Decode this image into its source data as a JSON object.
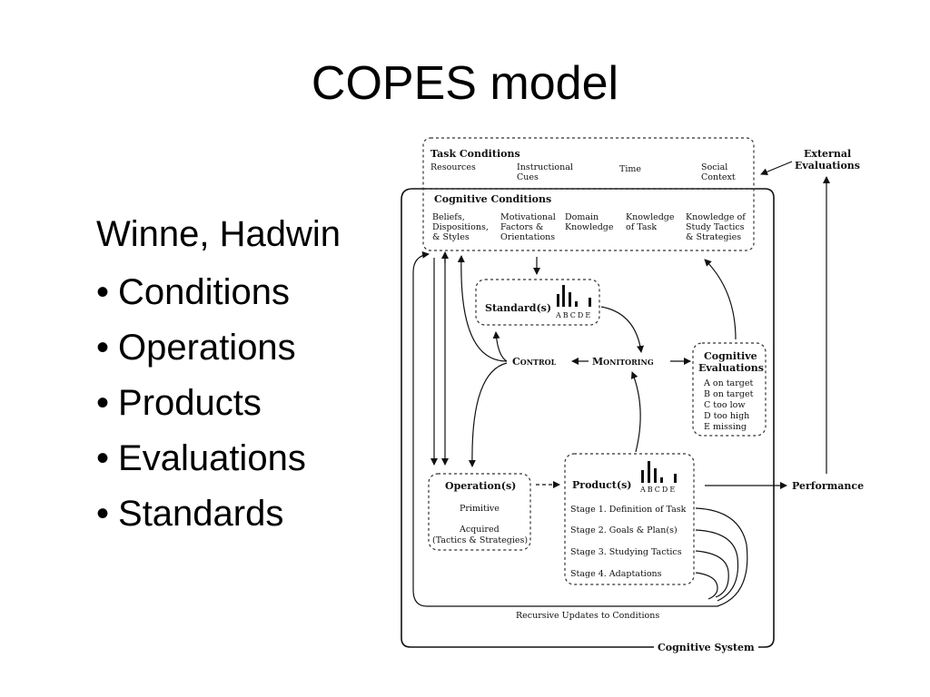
{
  "slide": {
    "title": "COPES model",
    "authors": "Winne, Hadwin",
    "bullets": [
      "Conditions",
      "Operations",
      "Products",
      "Evaluations",
      "Standards"
    ]
  },
  "diagram": {
    "task_conditions": {
      "heading": "Task Conditions",
      "resources": "Resources",
      "instructional_cues": [
        "Instructional",
        "Cues"
      ],
      "time": "Time",
      "social_context": [
        "Social",
        "Context"
      ]
    },
    "external_evaluations": [
      "External",
      "Evaluations"
    ],
    "cognitive_conditions": {
      "heading": "Cognitive Conditions",
      "beliefs": [
        "Beliefs,",
        "Dispositions,",
        "& Styles"
      ],
      "motivational": [
        "Motivational",
        "Factors &",
        "Orientations"
      ],
      "domain": [
        "Domain",
        "Knowledge"
      ],
      "knowledge_task": [
        "Knowledge",
        "of Task"
      ],
      "study_tactics": [
        "Knowledge of",
        "Study Tactics",
        "& Strategies"
      ]
    },
    "standards": {
      "label": "Standard(s)",
      "letters": "ABCDE"
    },
    "control": "Control",
    "monitoring": "Monitoring",
    "cognitive_evaluations": {
      "heading": [
        "Cognitive",
        "Evaluations"
      ],
      "items": [
        "A on target",
        "B on target",
        "C too low",
        "D too high",
        "E missing"
      ]
    },
    "operations": {
      "heading": "Operation(s)",
      "primitive": "Primitive",
      "acquired": "Acquired",
      "tactics": "(Tactics & Strategies)"
    },
    "products": {
      "heading": "Product(s)",
      "letters": "ABCDE",
      "stages": [
        "Stage 1. Definition of Task",
        "Stage 2. Goals & Plan(s)",
        "Stage 3. Studying Tactics",
        "Stage 4. Adaptations"
      ]
    },
    "performance": "Performance",
    "recursive_updates": "Recursive Updates to Conditions",
    "cognitive_system": "Cognitive System"
  }
}
